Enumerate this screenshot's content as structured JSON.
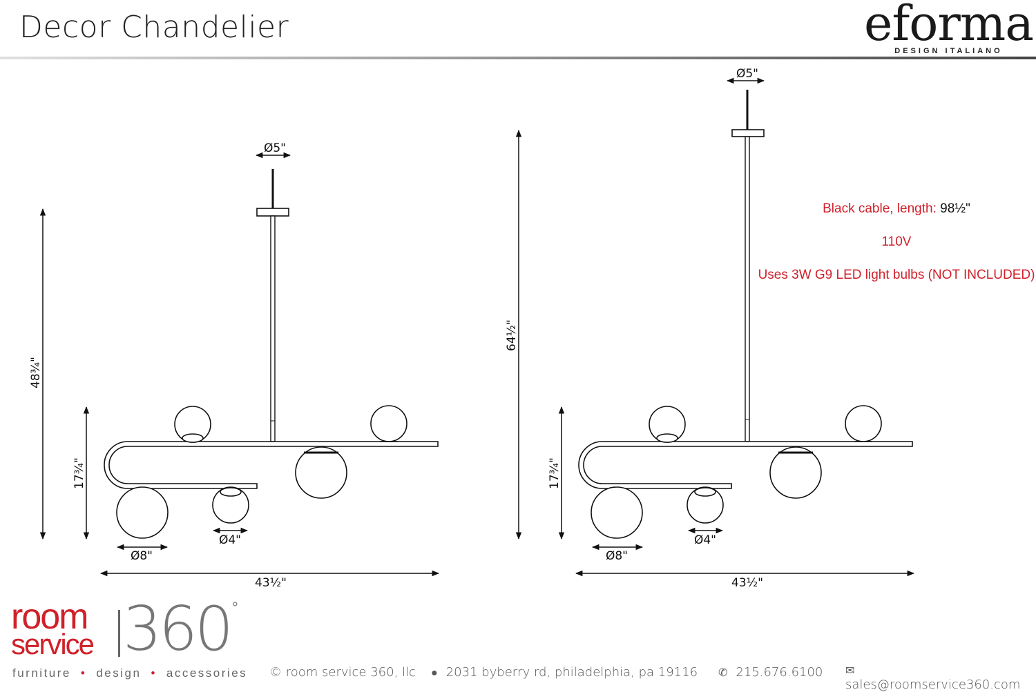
{
  "header": {
    "title": "Decor Chandelier",
    "brand": "eforma",
    "brand_sub": "DESIGN ITALIANO"
  },
  "left_drawing": {
    "canopy_dia": "Ø5\"",
    "total_height": "48¾\"",
    "body_height": "17¾\"",
    "large_globe": "Ø8\"",
    "small_globe": "Ø4\"",
    "width": "43½\""
  },
  "right_drawing": {
    "canopy_dia": "Ø5\"",
    "total_height": "64½\"",
    "body_height": "17¾\"",
    "large_globe": "Ø8\"",
    "small_globe": "Ø4\"",
    "width": "43½\""
  },
  "notes": {
    "cable_label": "Black cable, length: ",
    "cable_value": "98½\"",
    "voltage": "110V",
    "bulbs": "Uses 3W G9 LED light bulbs (NOT INCLUDED)"
  },
  "footer": {
    "logo_room": "room",
    "logo_service": "service",
    "logo_360": "360",
    "logo_degree": "°",
    "tag_1": "furniture",
    "tag_2": "design",
    "tag_3": "accessories",
    "tag_sep": "•",
    "copyright": "© room service 360, llc",
    "address": "2031 byberry rd, philadelphia, pa 19116",
    "phone": "215.676.6100",
    "email": "sales@roomservice360.com"
  },
  "colors": {
    "accent": "#d0202a",
    "logo_gray": "#777777"
  }
}
